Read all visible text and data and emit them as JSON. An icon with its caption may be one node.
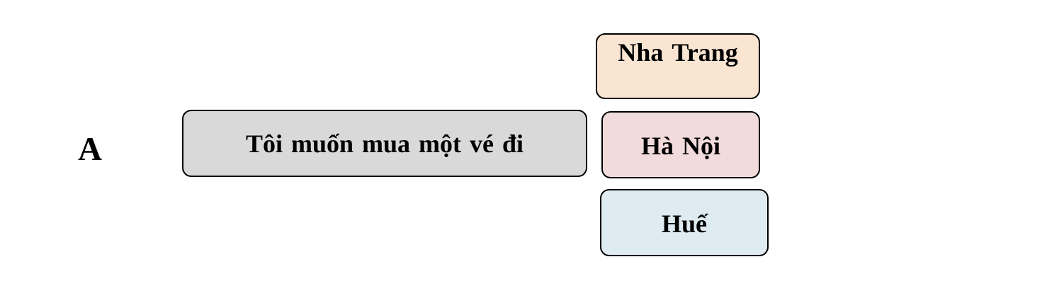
{
  "diagram": {
    "nodes": [
      {
        "text": [
          "Tôi muốn mua một vé đi"
        ]
      },
      {
        "text": [
          "Nha Trang"
        ]
      },
      {
        "text": [
          "Hà Nội"
        ]
      },
      {
        "text": [
          "Huế"
        ]
      }
    ],
    "labels": [
      "A"
    ]
  }
}
